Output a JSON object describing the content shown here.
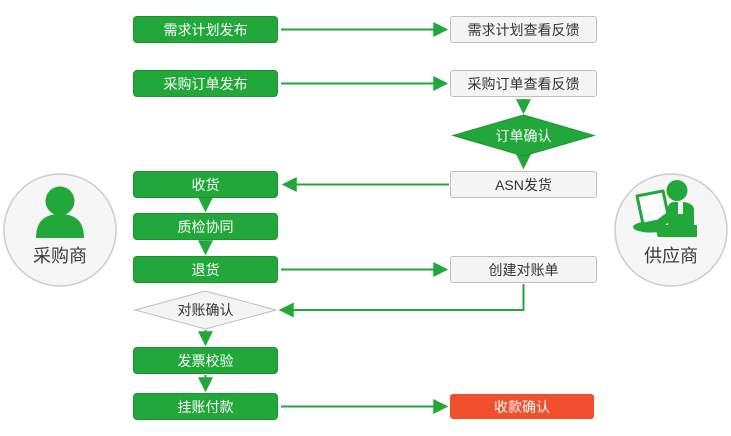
{
  "colors": {
    "green": "#22a73a",
    "green_border": "#1c9232",
    "red": "#f1502e",
    "gray_fill": "#f4f4f4",
    "gray_border": "#bfbfbf",
    "circle_fill": "#f6f6f6",
    "circle_border": "#cccccc",
    "text_dark": "#333333"
  },
  "actors": {
    "buyer": {
      "label": "采购商",
      "icon": "person-bust-icon"
    },
    "supplier": {
      "label": "供应商",
      "icon": "person-with-laptop-icon"
    }
  },
  "nodes": {
    "demand_plan_publish": "需求计划发布",
    "demand_plan_feedback": "需求计划查看反馈",
    "purchase_order_publish": "采购订单发布",
    "purchase_order_feedback": "采购订单查看反馈",
    "order_confirm": "订单确认",
    "receive_goods": "收货",
    "asn_ship": "ASN发货",
    "quality_inspection": "质检协同",
    "return_goods": "退货",
    "create_statement": "创建对账单",
    "reconciliation_confirm": "对账确认",
    "invoice_verification": "发票校验",
    "payment_on_account": "挂账付款",
    "payment_confirm": "收款确认"
  }
}
